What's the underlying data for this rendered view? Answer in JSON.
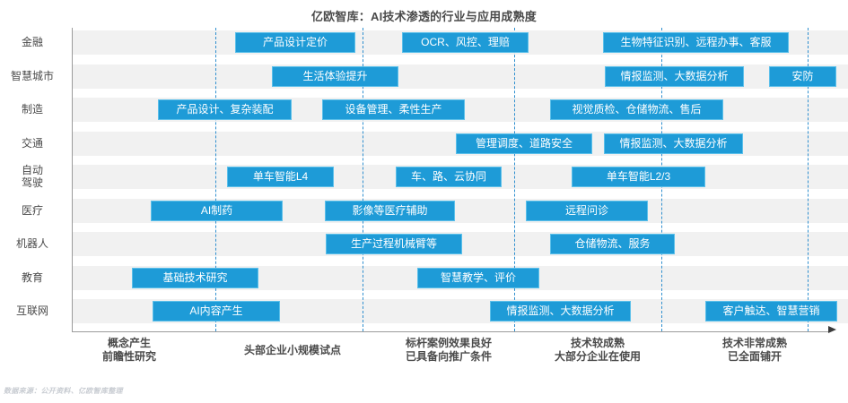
{
  "title": "亿欧智库：AI技术渗透的行业与应用成熟度",
  "footer": "数据来源：公开资料、亿欧智库整理",
  "colors": {
    "bar_fill": "#1e9bd7",
    "bar_border": "#5cc0ea",
    "band": "#f1f1f1",
    "gridline": "#2f8fcf",
    "axis": "#9b9b9b",
    "text": "#4a4a4a"
  },
  "chart_data": {
    "type": "bar",
    "title": "亿欧智库：AI技术渗透的行业与应用成熟度",
    "xlabel": "",
    "ylabel": "",
    "grid": true,
    "legend": "none",
    "orientation": "horizontal",
    "x_stage_labels": [
      {
        "line1": "概念产生",
        "line2": "前瞻性研究"
      },
      {
        "line1": "头部企业小规模试点",
        "line2": ""
      },
      {
        "line1": "标杆案例效果良好",
        "line2": "已具备向推广条件"
      },
      {
        "line1": "技术较成熟",
        "line2": "大部分企业在使用"
      },
      {
        "line1": "技术非常成熟",
        "line2": "已全面铺开"
      }
    ],
    "categories": [
      {
        "line1": "金融",
        "line2": ""
      },
      {
        "line1": "智慧城市",
        "line2": ""
      },
      {
        "line1": "制造",
        "line2": ""
      },
      {
        "line1": "交通",
        "line2": ""
      },
      {
        "line1": "自动",
        "line2": "驾驶"
      },
      {
        "line1": "医疗",
        "line2": ""
      },
      {
        "line1": "机器人",
        "line2": ""
      },
      {
        "line1": "教育",
        "line2": ""
      },
      {
        "line1": "互联网",
        "line2": ""
      }
    ],
    "rows": [
      {
        "category": "金融",
        "bars": [
          {
            "label": "产品设计定价",
            "start": 262,
            "end": 396
          },
          {
            "label": "OCR、风控、理赔",
            "start": 448,
            "end": 589
          },
          {
            "label": "生物特征识别、远程办事、客服",
            "start": 672,
            "end": 879
          }
        ]
      },
      {
        "category": "智慧城市",
        "bars": [
          {
            "label": "生活体验提升",
            "start": 303,
            "end": 444
          },
          {
            "label": "情报监测、大数据分析",
            "start": 674,
            "end": 829
          },
          {
            "label": "安防",
            "start": 857,
            "end": 932
          }
        ]
      },
      {
        "category": "制造",
        "bars": [
          {
            "label": "产品设计、复杂装配",
            "start": 176,
            "end": 325
          },
          {
            "label": "设备管理、柔性生产",
            "start": 359,
            "end": 518
          },
          {
            "label": "视觉质检、仓储物流、售后",
            "start": 613,
            "end": 806
          }
        ]
      },
      {
        "category": "交通",
        "bars": [
          {
            "label": "管理调度、道路安全",
            "start": 508,
            "end": 660
          },
          {
            "label": "情报监测、大数据分析",
            "start": 673,
            "end": 828
          }
        ]
      },
      {
        "category": "自动驾驶",
        "bars": [
          {
            "label": "单车智能L4",
            "start": 253,
            "end": 372
          },
          {
            "label": "车、路、云协同",
            "start": 441,
            "end": 559
          },
          {
            "label": "单车智能L2/3",
            "start": 637,
            "end": 786
          }
        ]
      },
      {
        "category": "医疗",
        "bars": [
          {
            "label": "AI制药",
            "start": 168,
            "end": 315
          },
          {
            "label": "影像等医疗辅助",
            "start": 362,
            "end": 507
          },
          {
            "label": "远程问诊",
            "start": 586,
            "end": 722
          }
        ]
      },
      {
        "category": "机器人",
        "bars": [
          {
            "label": "生产过程机械臂等",
            "start": 363,
            "end": 515
          },
          {
            "label": "仓储物流、服务",
            "start": 613,
            "end": 752
          }
        ]
      },
      {
        "category": "教育",
        "bars": [
          {
            "label": "基础技术研究",
            "start": 147,
            "end": 288
          },
          {
            "label": "智慧教学、评价",
            "start": 465,
            "end": 601
          }
        ]
      },
      {
        "category": "互联网",
        "bars": [
          {
            "label": "AI内容产生",
            "start": 170,
            "end": 312
          },
          {
            "label": "情报监测、大数据分析",
            "start": 546,
            "end": 703
          },
          {
            "label": "客户触达、智慧营销",
            "start": 786,
            "end": 933
          }
        ]
      }
    ],
    "gridline_positions": [
      240,
      404,
      573,
      737,
      900
    ]
  }
}
